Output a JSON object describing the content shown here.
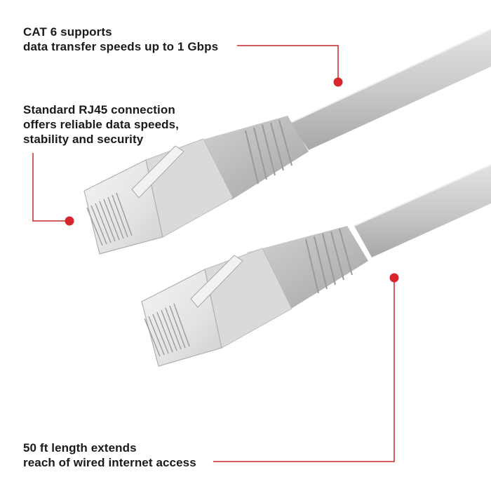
{
  "callouts": [
    {
      "lines": [
        "CAT 6 supports",
        "data transfer speeds up to 1 Gbps"
      ]
    },
    {
      "lines": [
        "Standard RJ45 connection",
        "offers reliable data speeds,",
        "stability and security"
      ]
    },
    {
      "lines": [
        "50 ft length extends",
        "reach of wired internet access"
      ]
    }
  ],
  "colors": {
    "marker": "#d7262c",
    "leader_line": "#c62828",
    "cable": "#c8c8c8",
    "boot": "#bdbdbd",
    "text": "#1a1a1a"
  }
}
